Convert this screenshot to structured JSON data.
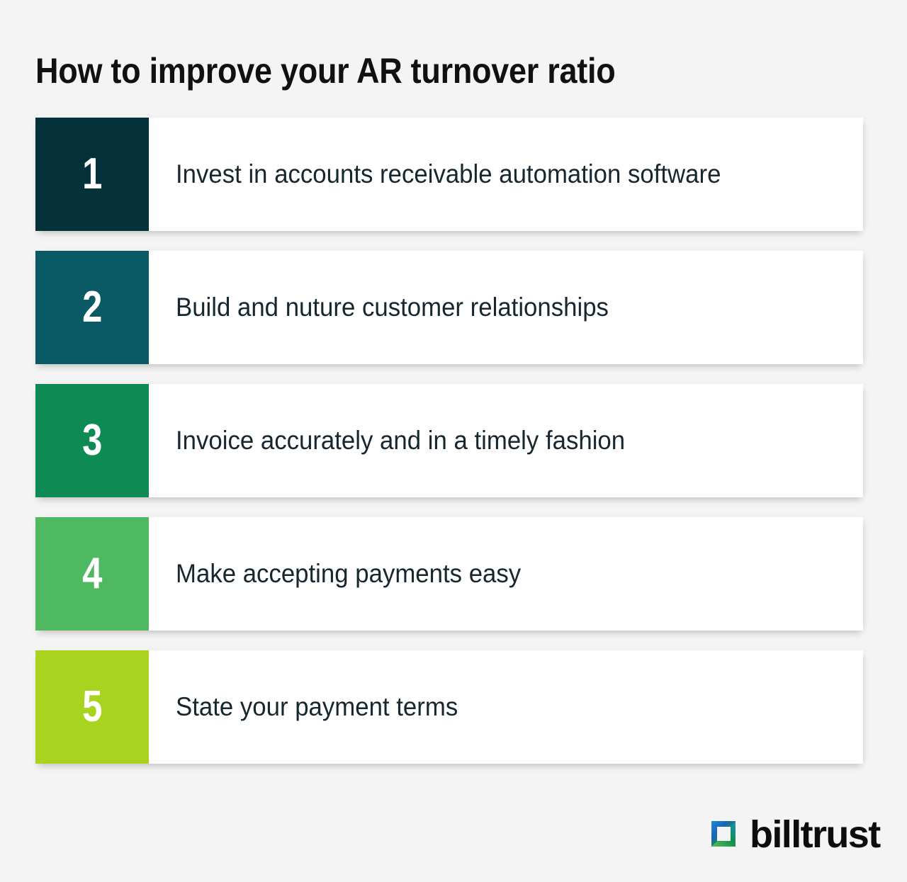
{
  "page": {
    "background_color": "#f4f4f4",
    "title": "How to improve your AR turnover ratio",
    "title_color": "#111111"
  },
  "list": {
    "text_color": "#16272f",
    "card_background": "#ffffff",
    "items": [
      {
        "number": "1",
        "label": "Invest in accounts receivable automation software",
        "color": "#05323a"
      },
      {
        "number": "2",
        "label": "Build and nuture customer relationships",
        "color": "#0a5a66"
      },
      {
        "number": "3",
        "label": "Invoice accurately and in a timely fashion",
        "color": "#0e8a55"
      },
      {
        "number": "4",
        "label": "Make accepting payments easy",
        "color": "#4fb961"
      },
      {
        "number": "5",
        "label": "State your payment terms",
        "color": "#a8d420"
      }
    ]
  },
  "logo": {
    "icon": "billtrust-square-ring-icon",
    "wordmark": "billtrust",
    "wordmark_color": "#0d0d0d",
    "icon_colors": {
      "blue": "#1a77c8",
      "blue_dark": "#1d5fb4",
      "green": "#109648",
      "green_light": "#5cb85c"
    }
  }
}
